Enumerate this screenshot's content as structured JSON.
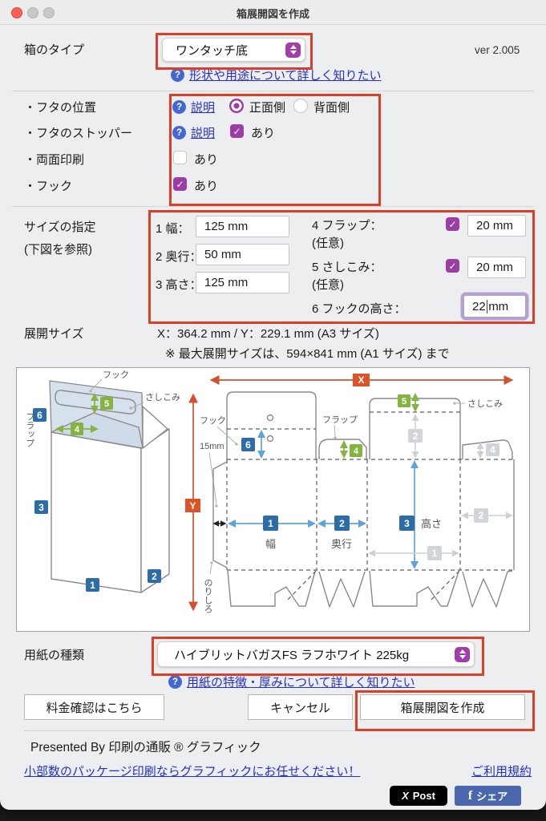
{
  "window": {
    "title": "箱展開図を作成",
    "version": "ver 2.005"
  },
  "box_type": {
    "label": "箱のタイプ",
    "value": "ワンタッチ底",
    "help_link": "形状や用途について詳しく知りたい"
  },
  "options": {
    "lid_position": {
      "label": "・フタの位置",
      "help": "説明",
      "front": "正面側",
      "back": "背面側"
    },
    "lid_stopper": {
      "label": "・フタのストッパー",
      "help": "説明",
      "check": "あり"
    },
    "double_sided": {
      "label": "・両面印刷",
      "check": "あり"
    },
    "hook": {
      "label": "・フック",
      "check": "あり"
    }
  },
  "size": {
    "label": "サイズの指定",
    "sublabel": "(下図を参照)",
    "width": {
      "label": "1 幅：",
      "value": "125 mm"
    },
    "depth": {
      "label": "2 奥行：",
      "value": "50 mm"
    },
    "height": {
      "label": "3 高さ：",
      "value": "125 mm"
    },
    "flap": {
      "label": "4 フラップ：",
      "optional": "(任意)",
      "value": "20 mm"
    },
    "insert": {
      "label": "5 さしこみ：",
      "optional": "(任意)",
      "value": "20 mm"
    },
    "hook_height": {
      "label": "6 フックの高さ：",
      "value": "22",
      "unit": " mm"
    }
  },
  "unfold": {
    "label": "展開サイズ",
    "value": "X：364.2 mm / Y：229.1 mm (A3 サイズ)",
    "note": "※ 最大展開サイズは、594×841 mm (A1 サイズ) まで"
  },
  "paper": {
    "label": "用紙の種類",
    "value": "ハイブリットバガスFS ラフホワイト 225kg",
    "help_link": "用紙の特徴・厚みについて詳しく知りたい"
  },
  "buttons": {
    "price": "料金確認はこちら",
    "cancel": "キャンセル",
    "create": "箱展開図を作成"
  },
  "footer": {
    "presented": "Presented By 印刷の通販 ® グラフィック",
    "promo_link": "小部数のパッケージ印刷ならグラフィックにお任せください！",
    "terms_link": "ご利用規約",
    "x_icon": "X",
    "x_label": "Post",
    "fb_icon": "f",
    "fb_label": "シェア"
  },
  "icons": {
    "question": "?",
    "check": "✓"
  },
  "diagram": {
    "box3d": {
      "hook": "フック",
      "insert": "さしこみ",
      "flap": "フラップ",
      "b1": "1",
      "b2": "2",
      "b3": "3",
      "b4": "4",
      "b5": "5",
      "b6": "6"
    },
    "flat": {
      "x": "X",
      "y": "Y",
      "hook": "フック",
      "size15": "15mm",
      "flap": "フラップ",
      "insert": "さしこみ",
      "glue": "のりしろ",
      "width": "幅",
      "depth": "奥行",
      "height": "高さ",
      "b1": "1",
      "b2": "2",
      "b3": "3",
      "b4": "4",
      "b5": "5",
      "b6": "6",
      "g1": "1",
      "g2": "2",
      "g2r": "2",
      "g4": "4"
    }
  }
}
